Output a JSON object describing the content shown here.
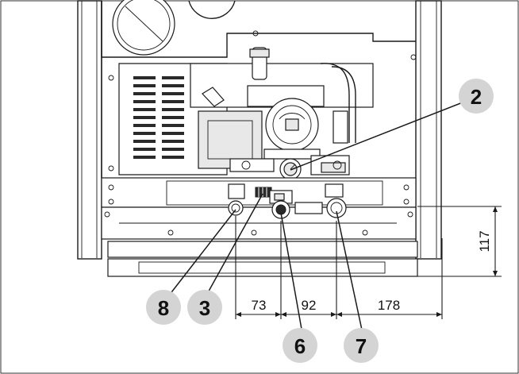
{
  "callouts": [
    {
      "label": "2"
    },
    {
      "label": "8"
    },
    {
      "label": "3"
    },
    {
      "label": "6"
    },
    {
      "label": "7"
    }
  ],
  "dimensions": {
    "horizontal": [
      "73",
      "92",
      "178"
    ],
    "vertical": "117"
  },
  "colors": {
    "line": "#1a1a1a",
    "badge": "#d4d4d4",
    "background": "#ffffff"
  }
}
